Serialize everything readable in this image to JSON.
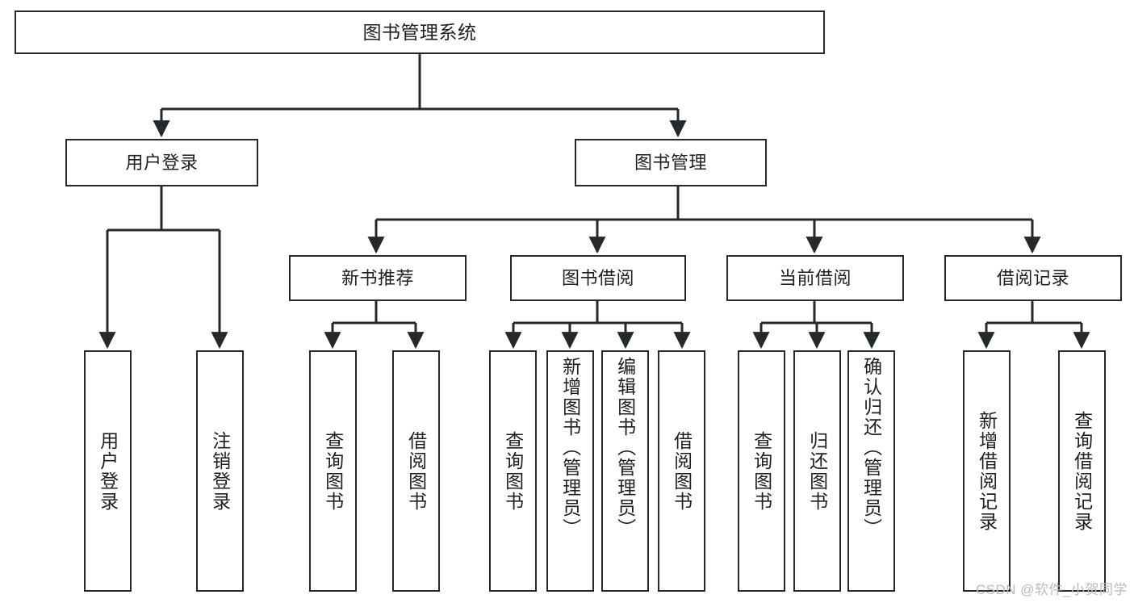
{
  "diagram": {
    "title": "图书管理系统",
    "style": {
      "box_border_color": "#26292b",
      "box_fill_color": "#ffffff",
      "connector_color": "#26292b",
      "background_color": "#ffffff",
      "text_color": "#1d1f21"
    },
    "nodes": {
      "root": {
        "label": "图书管理系统",
        "orientation": "horizontal"
      },
      "user_login": {
        "label": "用户登录",
        "orientation": "horizontal"
      },
      "book_manage": {
        "label": "图书管理",
        "orientation": "horizontal"
      },
      "new_book_rec": {
        "label": "新书推荐",
        "orientation": "horizontal"
      },
      "book_borrow": {
        "label": "图书借阅",
        "orientation": "horizontal"
      },
      "current_borrow": {
        "label": "当前借阅",
        "orientation": "horizontal"
      },
      "borrow_record": {
        "label": "借阅记录",
        "orientation": "horizontal"
      },
      "leaf_user_login": {
        "label": "用户登录",
        "orientation": "vertical"
      },
      "leaf_logout": {
        "label": "注销登录",
        "orientation": "vertical"
      },
      "leaf_query_book_1": {
        "label": "查询图书",
        "orientation": "vertical"
      },
      "leaf_borrow_book_1": {
        "label": "借阅图书",
        "orientation": "vertical"
      },
      "leaf_query_book_2": {
        "label": "查询图书",
        "orientation": "vertical"
      },
      "leaf_add_book": {
        "label": "新增图书（管理员）",
        "orientation": "vertical"
      },
      "leaf_edit_book": {
        "label": "编辑图书（管理员）",
        "orientation": "vertical"
      },
      "leaf_borrow_book_2": {
        "label": "借阅图书",
        "orientation": "vertical"
      },
      "leaf_query_book_3": {
        "label": "查询图书",
        "orientation": "vertical"
      },
      "leaf_return_book": {
        "label": "归还图书",
        "orientation": "vertical"
      },
      "leaf_confirm_return": {
        "label": "确认归还（管理员）",
        "orientation": "vertical"
      },
      "leaf_add_record": {
        "label": "新增借阅记录",
        "orientation": "vertical"
      },
      "leaf_query_record": {
        "label": "查询借阅记录",
        "orientation": "vertical"
      }
    },
    "edges": [
      {
        "from": "root",
        "to": "user_login"
      },
      {
        "from": "root",
        "to": "book_manage"
      },
      {
        "from": "user_login",
        "to": "leaf_user_login"
      },
      {
        "from": "user_login",
        "to": "leaf_logout"
      },
      {
        "from": "book_manage",
        "to": "new_book_rec"
      },
      {
        "from": "book_manage",
        "to": "book_borrow"
      },
      {
        "from": "book_manage",
        "to": "current_borrow"
      },
      {
        "from": "book_manage",
        "to": "borrow_record"
      },
      {
        "from": "new_book_rec",
        "to": "leaf_query_book_1"
      },
      {
        "from": "new_book_rec",
        "to": "leaf_borrow_book_1"
      },
      {
        "from": "book_borrow",
        "to": "leaf_query_book_2"
      },
      {
        "from": "book_borrow",
        "to": "leaf_add_book"
      },
      {
        "from": "book_borrow",
        "to": "leaf_edit_book"
      },
      {
        "from": "book_borrow",
        "to": "leaf_borrow_book_2"
      },
      {
        "from": "current_borrow",
        "to": "leaf_query_book_3"
      },
      {
        "from": "current_borrow",
        "to": "leaf_return_book"
      },
      {
        "from": "current_borrow",
        "to": "leaf_confirm_return"
      },
      {
        "from": "borrow_record",
        "to": "leaf_add_record"
      },
      {
        "from": "borrow_record",
        "to": "leaf_query_record"
      }
    ]
  },
  "watermark": {
    "text": "CSDN @软件_小贺同学"
  }
}
